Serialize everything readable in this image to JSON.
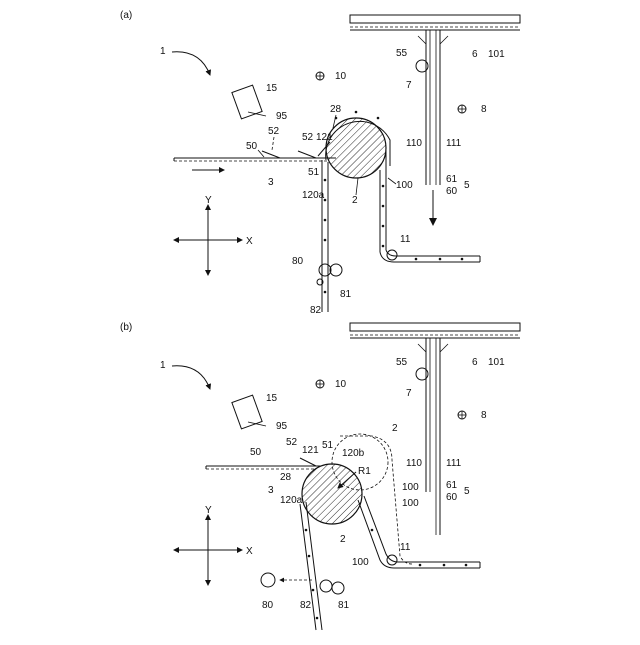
{
  "panels": [
    {
      "label": "(a)",
      "refs": {
        "r1": "1",
        "r15": "15",
        "r95": "95",
        "r52a": "52",
        "r52b": "52",
        "r50": "50",
        "r3": "3",
        "r121": "121",
        "r51": "51",
        "r28": "28",
        "r120a": "120a",
        "r2": "2",
        "r10": "10",
        "r55": "55",
        "r7": "7",
        "r6": "6",
        "r101": "101",
        "r8": "8",
        "r110": "110",
        "r111": "111",
        "r61": "61",
        "r60": "60",
        "r5": "5",
        "r100": "100",
        "r11": "11",
        "r80": "80",
        "r81": "81",
        "r82": "82"
      },
      "axes": {
        "y": "Y",
        "x": "X"
      }
    },
    {
      "label": "(b)",
      "refs": {
        "r1": "1",
        "r15": "15",
        "r95": "95",
        "r52": "52",
        "r121": "121",
        "r51": "51",
        "r120b": "120b",
        "r50": "50",
        "r28": "28",
        "r3": "3",
        "r120a": "120a",
        "rR1": "R1",
        "r2": "2",
        "r2b": "2",
        "r10": "10",
        "r55": "55",
        "r7": "7",
        "r6": "6",
        "r101": "101",
        "r8": "8",
        "r110": "110",
        "r111": "111",
        "r61": "61",
        "r60": "60",
        "r5": "5",
        "r100": "100",
        "r100b": "100",
        "r100c": "100",
        "r11": "11",
        "r80": "80",
        "r81": "81",
        "r82": "82"
      },
      "axes": {
        "y": "Y",
        "x": "X"
      }
    }
  ]
}
